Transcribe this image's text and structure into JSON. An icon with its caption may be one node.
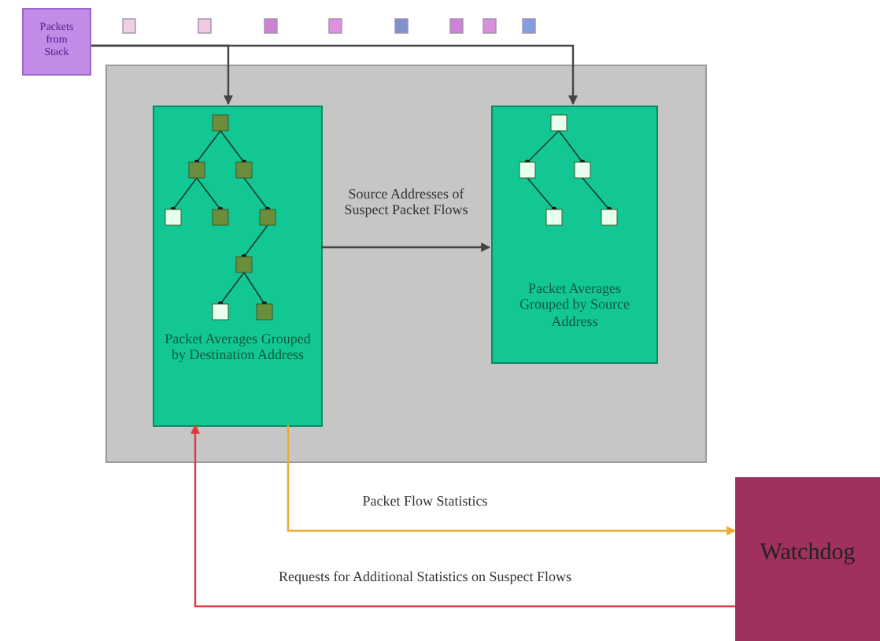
{
  "diagram": {
    "nodes": [
      {
        "text": [
          "Packets from Stack"
        ]
      },
      {
        "text": [],
        "shape": "box"
      },
      {
        "text": [
          "Packet Averages Grouped by Destination Address"
        ],
        "in": 1
      },
      {
        "text": [
          "Packet Averages Grouped by Source Address"
        ],
        "in": 1
      },
      {
        "text": [
          "Watchdog"
        ]
      }
    ],
    "edges": [
      {
        "from": 0,
        "to": 2,
        "arrow": "to"
      },
      {
        "from": 0,
        "to": 3,
        "arrow": "to"
      },
      {
        "from": 2,
        "to": 3,
        "arrow": "to",
        "label": "Source Addresses of Suspect Packet Flows"
      },
      {
        "from": 2,
        "to": 4,
        "arrow": "to",
        "label": "Packet Flow Statistics",
        "color": "#f0a830"
      },
      {
        "from": 4,
        "to": 2,
        "arrow": "to",
        "label": "Requests for Additional Statistics on Suspect Flows",
        "color": "#e03a3a"
      }
    ]
  }
}
